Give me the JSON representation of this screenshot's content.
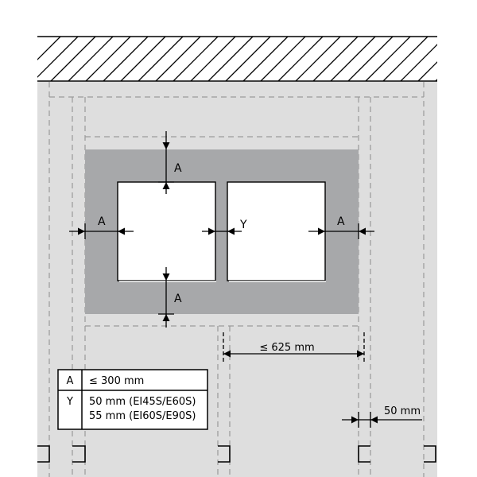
{
  "labels": {
    "a": "A",
    "y": "Y",
    "width_limit": "≤ 625 mm",
    "stud_width": "50 mm"
  },
  "legend": {
    "rows": [
      {
        "key": "A",
        "lines": [
          "≤ 300 mm"
        ]
      },
      {
        "key": "Y",
        "lines": [
          "50 mm (EI45S/E60S)",
          "55 mm (EI60S/E90S)"
        ]
      }
    ]
  },
  "colors": {
    "wall": "#dedede",
    "zone": "#a7a8aa",
    "opening": "#ffffff",
    "line": "#000000",
    "dash": "#9a9a9a"
  }
}
